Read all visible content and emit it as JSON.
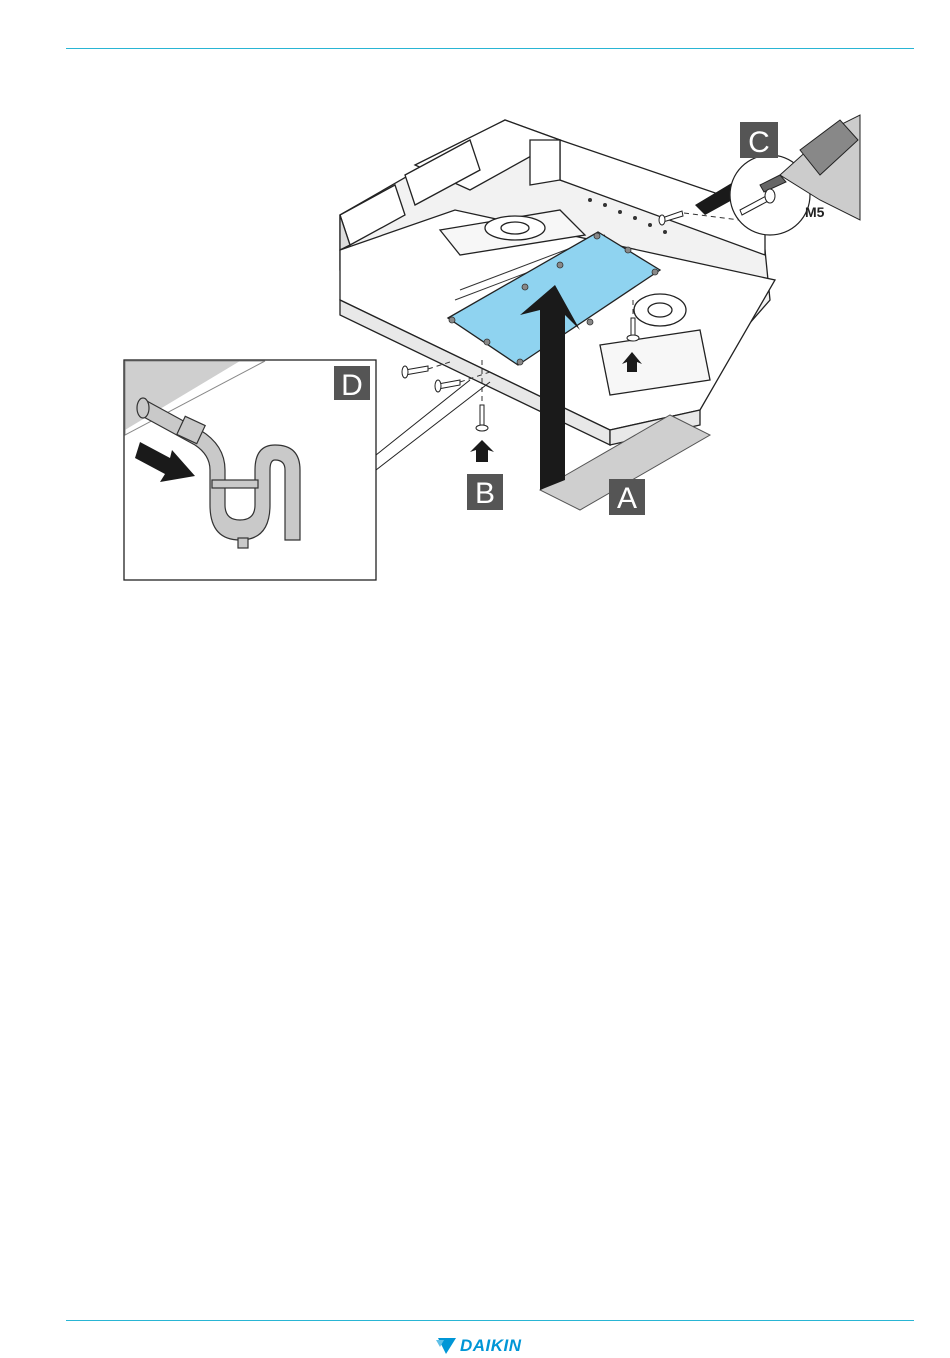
{
  "figure": {
    "callouts": {
      "a": "A",
      "b": "B",
      "c": "C",
      "d": "D"
    },
    "screw_size": "M5"
  },
  "footer": {
    "brand": "DAIKIN"
  },
  "colors": {
    "accent_rule": "#29b5d4",
    "panel_highlight": "#8fd3f0",
    "callout_box": "#555555",
    "brand": "#0096d6"
  }
}
